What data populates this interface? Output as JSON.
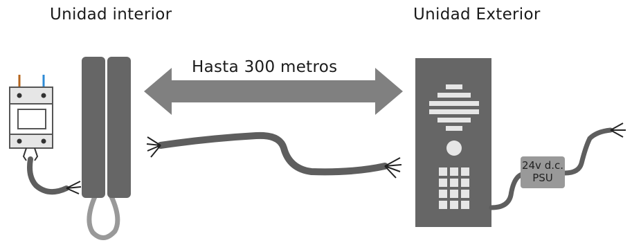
{
  "labels": {
    "indoor_unit": "Unidad interior",
    "outdoor_unit": "Unidad Exterior",
    "distance": "Hasta 300 metros",
    "psu_voltage": "24v d.c.",
    "psu_name": "PSU"
  },
  "colors": {
    "device_gray": "#666666",
    "cable_gray": "#5e5e5e",
    "arrow_gray": "#808080",
    "psu_gray": "#999999",
    "panel_light": "#e6e6e6",
    "wire_brown": "#b5651d",
    "wire_blue": "#2e8bd6"
  }
}
